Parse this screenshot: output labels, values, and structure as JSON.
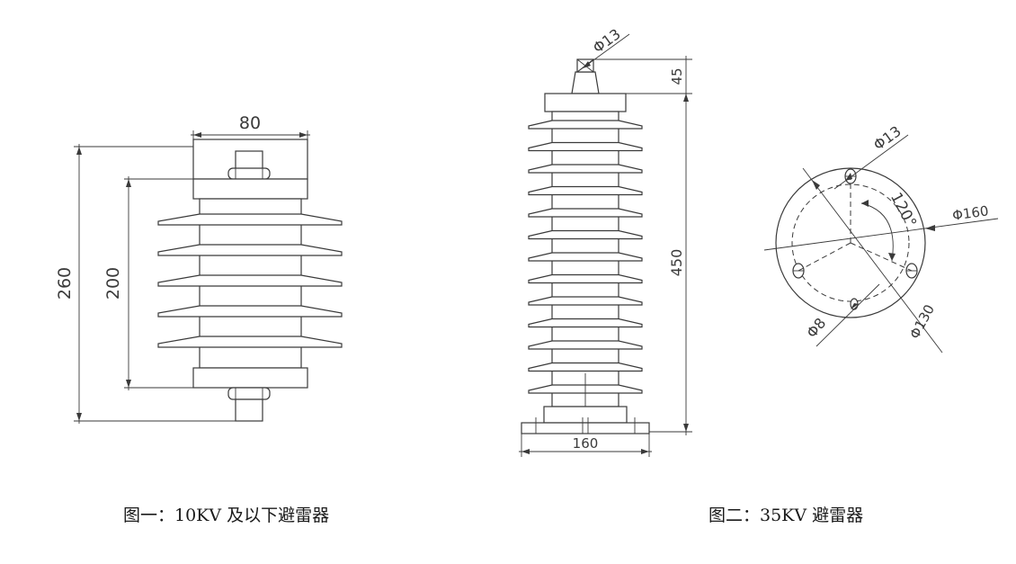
{
  "figure1": {
    "dim_width": "80",
    "dim_total_height": "260",
    "dim_shed_height": "200",
    "caption": "图一：10KV 及以下避雷器"
  },
  "figure2": {
    "dim_top_hole": "Φ13",
    "dim_terminal_height": "45",
    "dim_body_height": "450",
    "dim_base_width": "160",
    "caption": "图二：35KV 避雷器"
  },
  "figure3": {
    "dim_hole": "Φ13",
    "dim_angle": "120°",
    "dim_outer": "Φ160",
    "dim_pitch": "Φ130",
    "dim_small_hole": "Φ8"
  }
}
